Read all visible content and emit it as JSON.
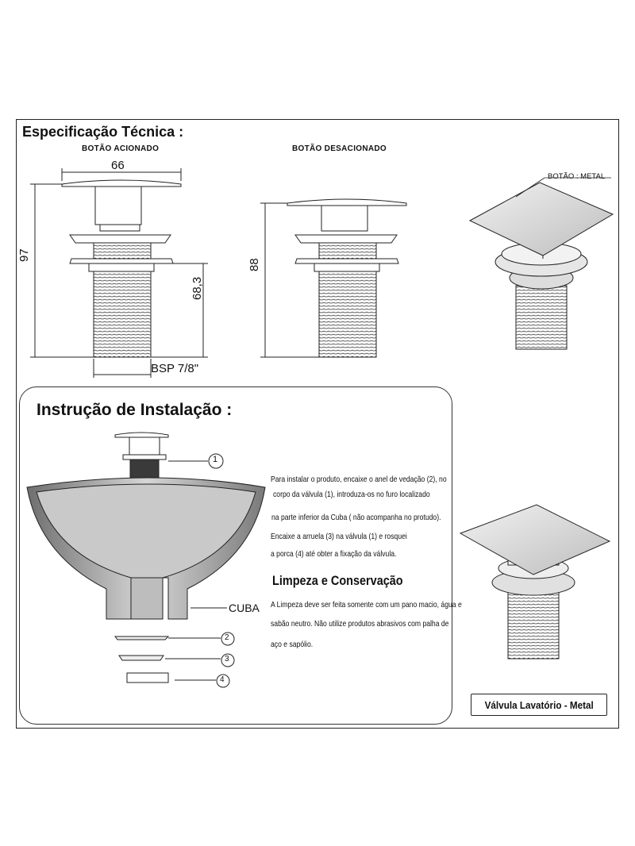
{
  "spec": {
    "title": "Especificação Técnica :",
    "label_pressed": "BOTÃO ACIONADO",
    "label_released": "BOTÃO DESACIONADO",
    "dim_width": "66",
    "dim_total": "97",
    "dim_thread": "68,3",
    "dim_thread_type": "BSP 7/8\"",
    "dim_released": "88",
    "button_material": "BOTÃO : METAL"
  },
  "install": {
    "title": "Instrução de Instalação :",
    "steps": [
      "Para instalar o produto, encaixe o anel de vedação (2), no",
      "corpo da válvula (1), introduza-os no furo localizado",
      "na parte inferior da Cuba ( não acompanha no protudo).",
      "Encaixe a arruela (3) na válvula (1) e rosquei",
      "a porca (4) até obter a fixação da válvula."
    ],
    "cuba_label": "CUBA",
    "callouts": [
      "1",
      "2",
      "3",
      "4"
    ]
  },
  "cleaning": {
    "title": "Limpeza e Conservação",
    "lines": [
      "A Limpeza deve ser feita somente com um pano macio, água e",
      "sabão neutro. Não utilize produtos abrasivos com palha de",
      "aço e sapólio."
    ]
  },
  "product_name": "Válvula Lavatório - Metal"
}
